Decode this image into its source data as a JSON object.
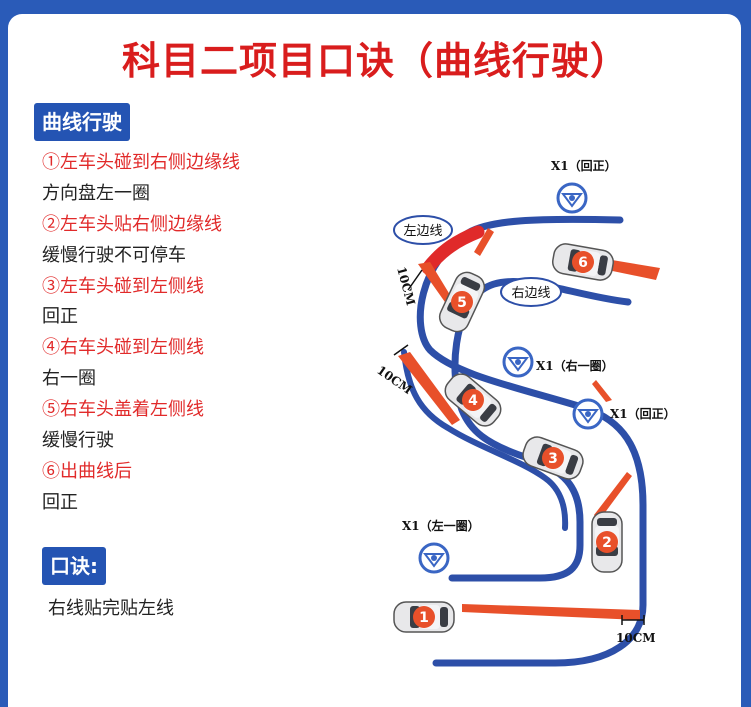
{
  "title": "科目二项目口诀（曲线行驶）",
  "section_tag": "曲线行驶",
  "steps": [
    {
      "text": "①左车头碰到右侧边缘线",
      "color": "red"
    },
    {
      "text": "方向盘左一圈",
      "color": "black"
    },
    {
      "text": "②左车头贴右侧边缘线",
      "color": "red"
    },
    {
      "text": "缓慢行驶不可停车",
      "color": "black"
    },
    {
      "text": "③左车头碰到左侧线",
      "color": "red"
    },
    {
      "text": "回正",
      "color": "black"
    },
    {
      "text": "④右车头碰到左侧线",
      "color": "red"
    },
    {
      "text": "右一圈",
      "color": "black"
    },
    {
      "text": "⑤右车头盖着左侧线",
      "color": "red"
    },
    {
      "text": "缓慢行驶",
      "color": "black"
    },
    {
      "text": "⑥出曲线后",
      "color": "red"
    },
    {
      "text": "回正",
      "color": "black"
    }
  ],
  "mnemonic_tag": "口诀:",
  "mnemonic_text": "右线贴完贴左线",
  "diagram": {
    "left_line_label": "左边线",
    "right_line_label": "右边线",
    "distance_label": "10CM",
    "wheel_actions": [
      "X1（回正）",
      "X1（右一圈）",
      "X1（回正）",
      "X1（左一圈）"
    ],
    "car_numbers": [
      "1",
      "2",
      "3",
      "4",
      "5",
      "6"
    ]
  },
  "colors": {
    "background": "#2a5bb8",
    "title": "#d91d1d",
    "tag": "#2454b3",
    "highlight": "#e12a2a",
    "road_line": "#2d4fa8",
    "marker": "#e8502a"
  }
}
